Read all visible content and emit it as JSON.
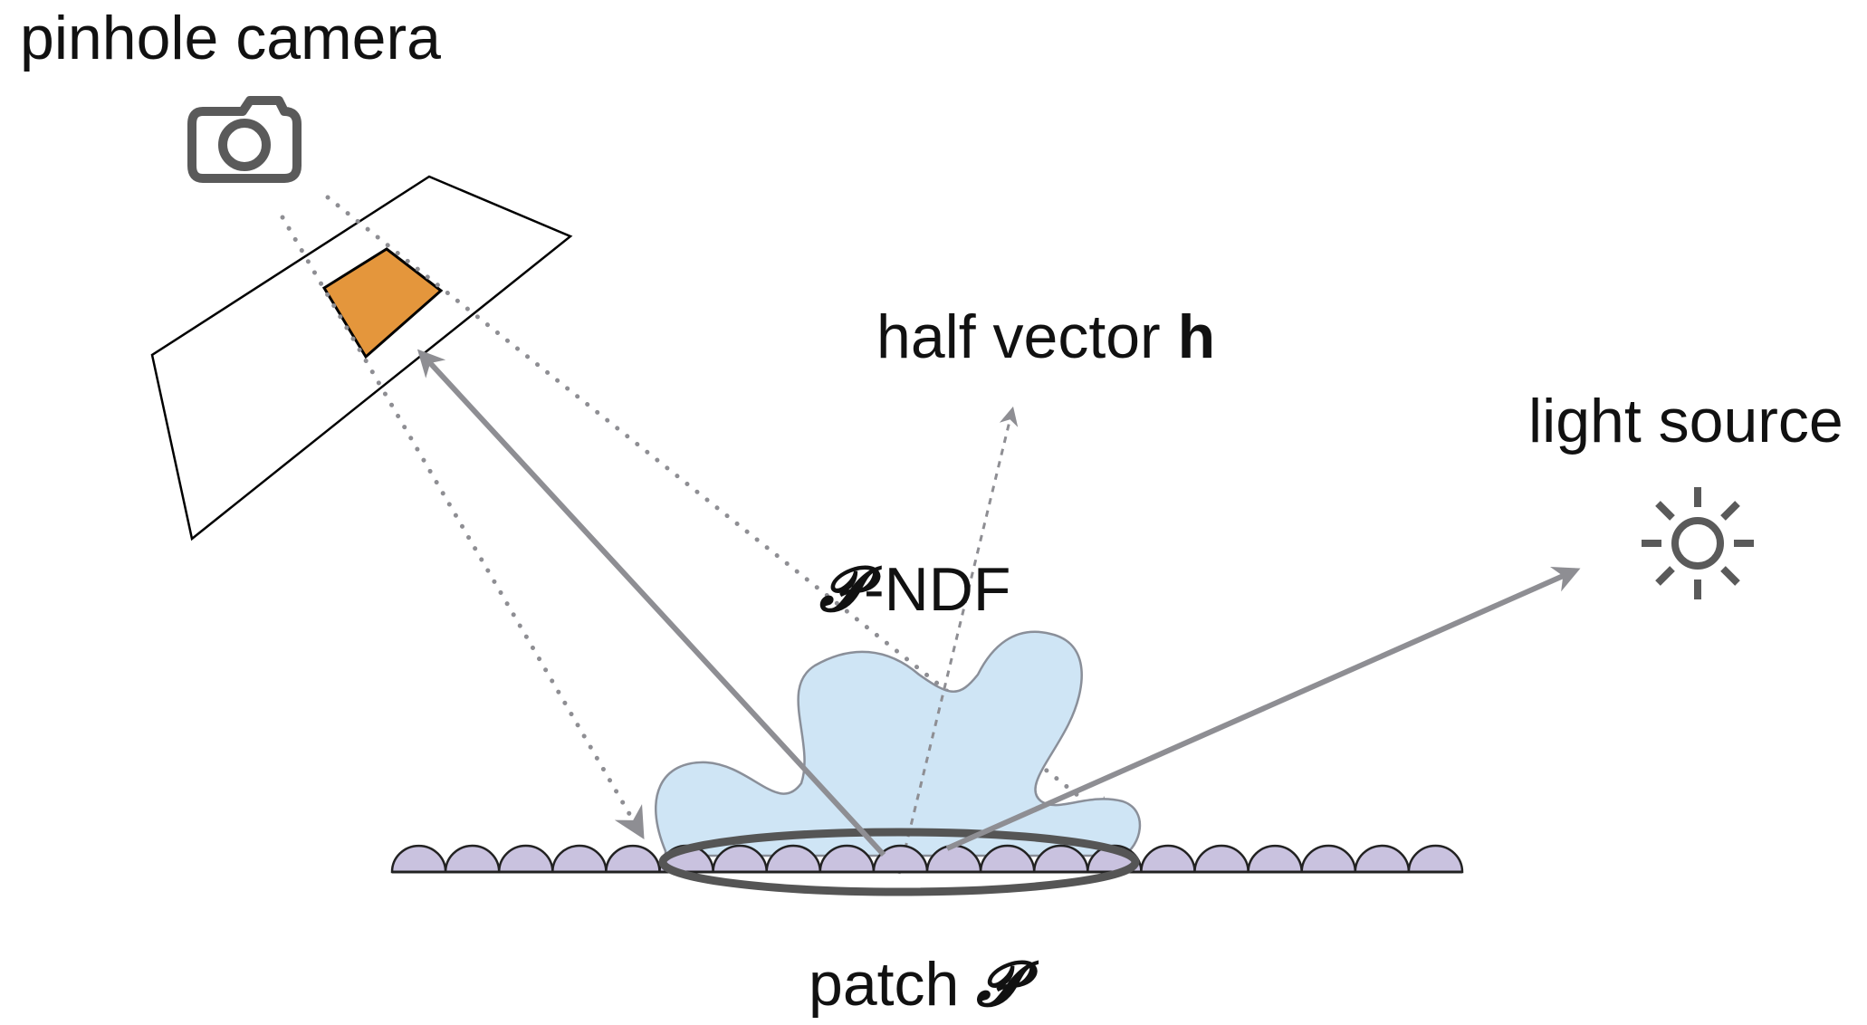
{
  "labels": {
    "camera": "pinhole camera",
    "half_vector_text": "half vector ",
    "half_vector_symbol": "h",
    "light": "light source",
    "ndf_symbol": "𝓟",
    "ndf_text": "-NDF",
    "patch_text": "patch ",
    "patch_symbol": "𝓟"
  },
  "icons": {
    "camera": "camera-icon",
    "light": "sun-icon"
  },
  "colors": {
    "pixel_fill": "#E4963C",
    "ndf_fill": "#CFE5F5",
    "ndf_stroke": "#8A8F99",
    "microfacet_fill": "#C9C2DF",
    "ray": "#8E8E93",
    "patch_ellipse": "#555555",
    "icon": "#5A5A5A"
  },
  "surface": {
    "microfacet_count": 20
  }
}
